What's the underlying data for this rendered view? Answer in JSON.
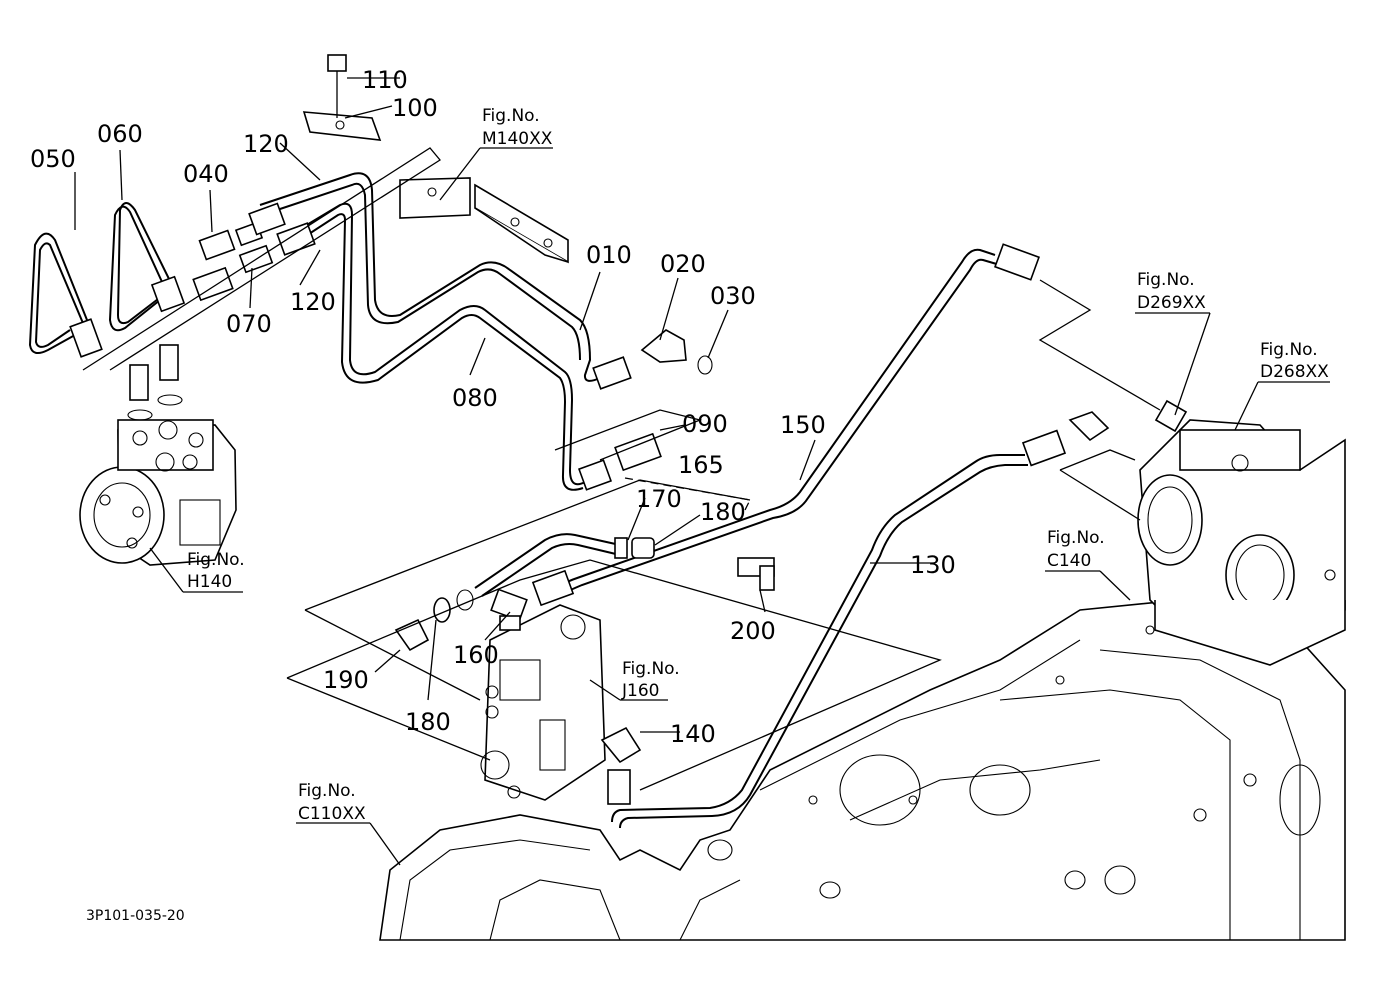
{
  "drawing_code": "3P101-035-20",
  "fig_refs": {
    "fig_label": "Fig.No.",
    "m140": "M140XX",
    "d269": "D269XX",
    "d268": "D268XX",
    "h140": "H140",
    "j160": "J160",
    "c140": "C140",
    "c110": "C110XX"
  },
  "part_labels": {
    "p010": "010",
    "p020": "020",
    "p030": "030",
    "p040": "040",
    "p050": "050",
    "p060": "060",
    "p070": "070",
    "p080": "080",
    "p090": "090",
    "p100": "100",
    "p110": "110",
    "p120a": "120",
    "p120b": "120",
    "p130": "130",
    "p140": "140",
    "p150": "150",
    "p160": "160",
    "p165": "165",
    "p170": "170",
    "p180a": "180",
    "p180b": "180",
    "p190": "190",
    "p200": "200"
  }
}
